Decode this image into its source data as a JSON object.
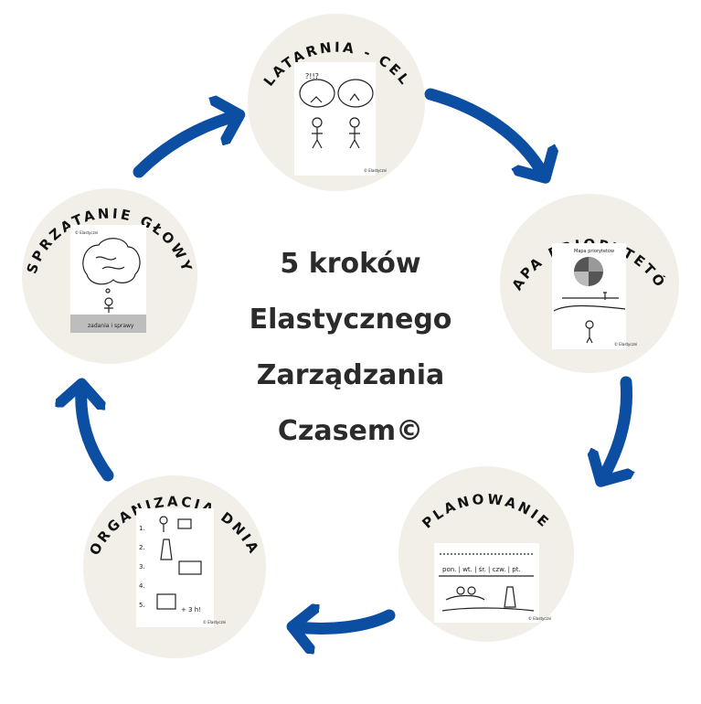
{
  "title_lines": [
    "5 kroków",
    "Elastycznego",
    "Zarządzania",
    "Czasem©"
  ],
  "steps": [
    {
      "label": "LATARNIA - CEL",
      "card_text": "?!!?",
      "footer": "© Elastyczni"
    },
    {
      "label": "MAPA PRIORYTETÓW",
      "card_text": "Mapa priorytetów",
      "footer": "© Elastyczni"
    },
    {
      "label": "PLANOWANIE",
      "card_text": "pon. | wt. | śr. | czw. | pt.",
      "footer": "© Elastyczni"
    },
    {
      "label": "ORGANIZACJA DNIA",
      "card_text": "+ 3 h!",
      "footer": "© Elastyczni"
    },
    {
      "label": "SPRZĄTANIE GŁOWY",
      "card_text": "zadania i sprawy",
      "footer": "© Elastyczni"
    }
  ],
  "colors": {
    "arrow": "#0b4ea2",
    "circle": "#f1efe8",
    "text": "#2b2b2b"
  }
}
